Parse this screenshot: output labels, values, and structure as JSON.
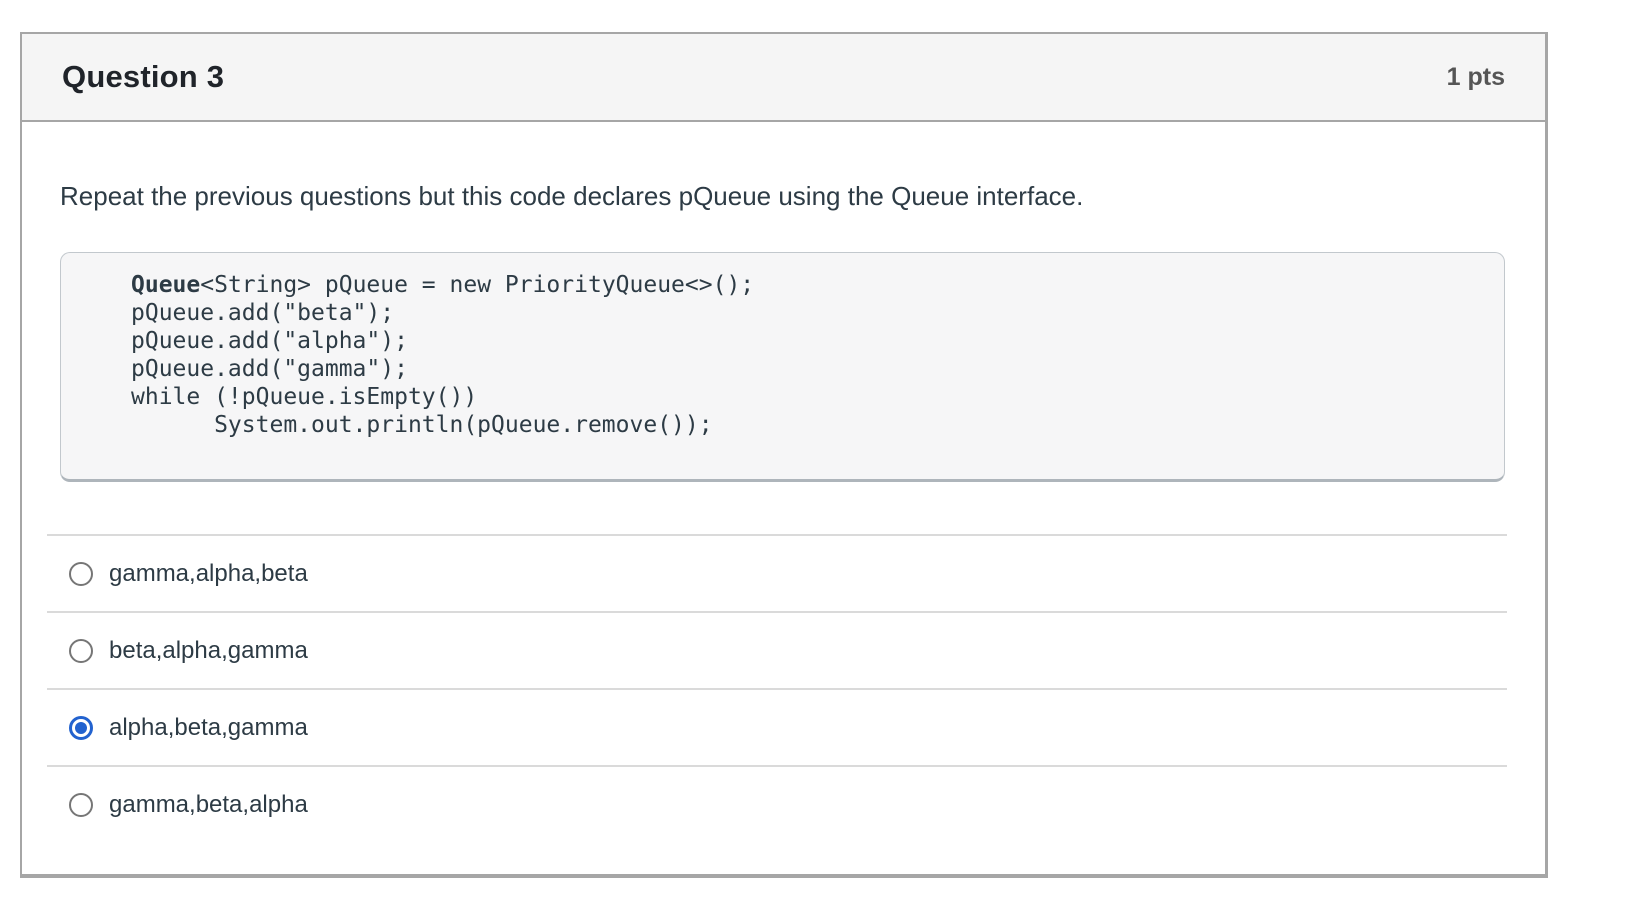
{
  "header": {
    "title": "Question 3",
    "points": "1 pts"
  },
  "question": {
    "prompt": "Repeat the previous questions but this code declares pQueue using the Queue interface."
  },
  "code": {
    "keyword": "Queue",
    "line1_rest": "<String> pQueue = new PriorityQueue<>();",
    "lines": [
      "pQueue.add(\"beta\");",
      "pQueue.add(\"alpha\");",
      "pQueue.add(\"gamma\");",
      "while (!pQueue.isEmpty())",
      "      System.out.println(pQueue.remove());"
    ]
  },
  "options": [
    {
      "label": "gamma,alpha,beta",
      "selected": false
    },
    {
      "label": "beta,alpha,gamma",
      "selected": false
    },
    {
      "label": "alpha,beta,gamma",
      "selected": true
    },
    {
      "label": "gamma,beta,alpha",
      "selected": false
    }
  ],
  "colors": {
    "accent_blue": "#2262cf",
    "header_bg": "#f5f5f5",
    "card_border": "#a6a6a6",
    "code_bg": "#f6f6f7",
    "divider": "#dadada"
  }
}
